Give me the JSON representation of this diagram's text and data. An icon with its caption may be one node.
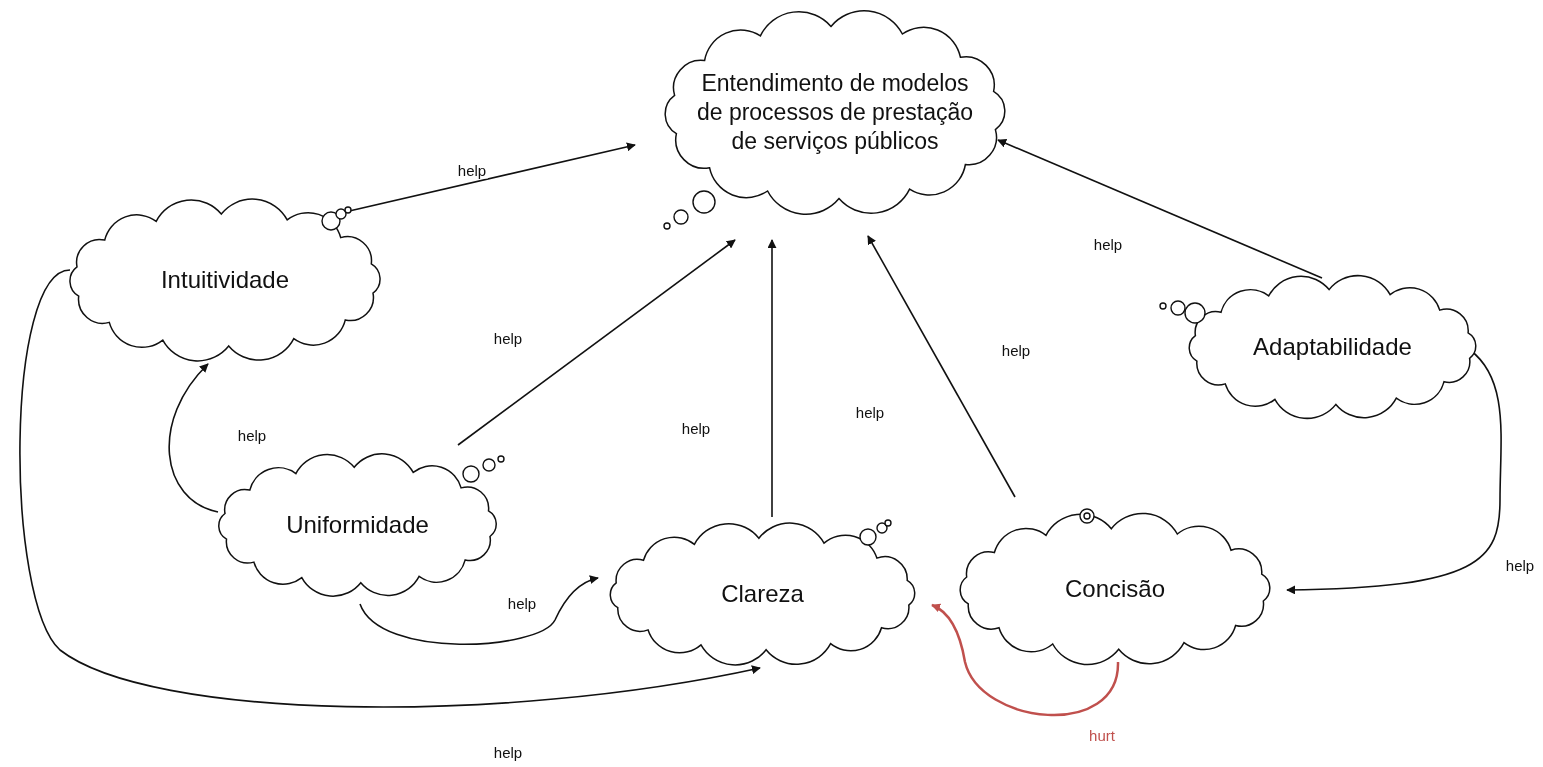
{
  "diagram": {
    "nodes": [
      {
        "text": [
          "Entendimento de modelos de processos de prestação de serviços públicos"
        ]
      },
      {
        "text": [
          "Intuitividade"
        ]
      },
      {
        "text": [
          "Uniformidade"
        ]
      },
      {
        "text": [
          "Clareza"
        ]
      },
      {
        "text": [
          "Concisão"
        ]
      },
      {
        "text": [
          "Adaptabilidade"
        ]
      }
    ],
    "edges": [
      {
        "from": 1,
        "to": 0,
        "arrow": "to",
        "label": "help"
      },
      {
        "from": 2,
        "to": 0,
        "arrow": "to",
        "label": "help"
      },
      {
        "from": 3,
        "to": 0,
        "arrow": "to",
        "label": "help"
      },
      {
        "from": 4,
        "to": 0,
        "arrow": "to",
        "label": "help"
      },
      {
        "from": 5,
        "to": 0,
        "arrow": "to",
        "label": "help"
      },
      {
        "from": 2,
        "to": 1,
        "arrow": "to",
        "label": "help"
      },
      {
        "from": 2,
        "to": 3,
        "arrow": "to",
        "label": "help"
      },
      {
        "from": 1,
        "to": 3,
        "arrow": "to",
        "label": "help"
      },
      {
        "from": 5,
        "to": 4,
        "arrow": "to",
        "label": "help"
      },
      {
        "from": 4,
        "to": 3,
        "arrow": "to",
        "label": "hurt",
        "color": "#c0504d"
      }
    ],
    "labels": [
      "help"
    ]
  }
}
